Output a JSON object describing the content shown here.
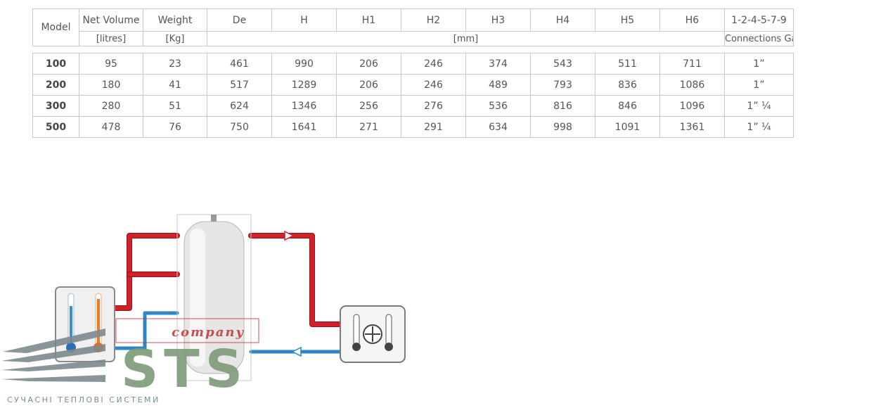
{
  "table": {
    "headers": [
      "Model",
      "Net Volume",
      "Weight",
      "De",
      "H",
      "H1",
      "H2",
      "H3",
      "H4",
      "H5",
      "H6",
      "1-2-4-5-7-9"
    ],
    "units": {
      "volume": "[litres]",
      "weight": "[Kg]",
      "mm": "[mm]",
      "connections": "Connections Gas F"
    },
    "rows": [
      [
        "100",
        "95",
        "23",
        "461",
        "990",
        "206",
        "246",
        "374",
        "543",
        "511",
        "711",
        "1”"
      ],
      [
        "200",
        "180",
        "41",
        "517",
        "1289",
        "206",
        "246",
        "489",
        "793",
        "836",
        "1086",
        "1”"
      ],
      [
        "300",
        "280",
        "51",
        "624",
        "1346",
        "256",
        "276",
        "536",
        "816",
        "846",
        "1096",
        "1” ¼"
      ],
      [
        "500",
        "478",
        "76",
        "750",
        "1641",
        "271",
        "291",
        "634",
        "998",
        "1091",
        "1361",
        "1” ¼"
      ]
    ]
  },
  "watermark": {
    "company": "company",
    "brand": "STS",
    "tagline": "СУЧАСНІ ТЕПЛОВІ СИСТЕМИ"
  },
  "colors": {
    "hot_pipe": "#d0202a",
    "cold_pipe": "#2f86c6",
    "watermark_red": "#c63c3c",
    "watermark_green": "#7d9a78"
  },
  "icons": [
    "thermometer-icon",
    "fan-icon"
  ]
}
